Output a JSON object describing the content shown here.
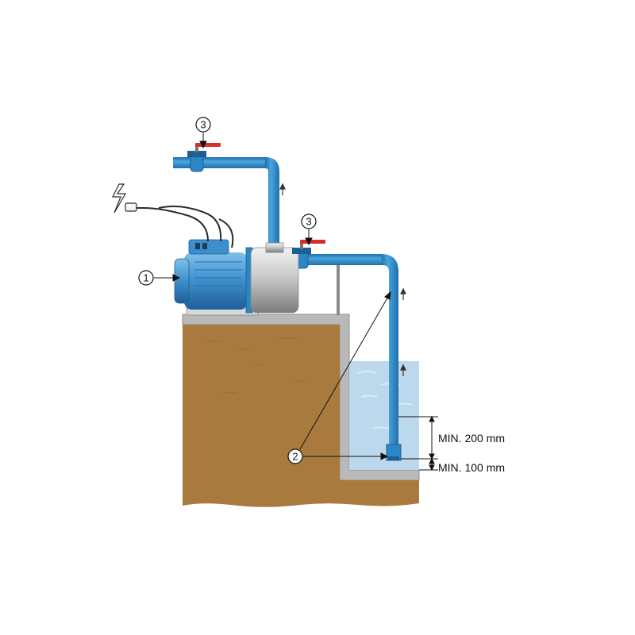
{
  "callouts": {
    "pump": "1",
    "foot_valve": "2",
    "valve_delivery": "3",
    "valve_suction": "3"
  },
  "dimensions": {
    "min_submersion": "MIN. 200 mm",
    "min_bottom_clearance": "MIN. 100 mm"
  },
  "colors": {
    "pipe": "#2b86c5",
    "pipe_light": "#4aa6dd",
    "soil": "#a97a3e",
    "water": "#bcd8ec",
    "concrete": "#b9b9b9",
    "valve_handle": "#d62d2d"
  }
}
